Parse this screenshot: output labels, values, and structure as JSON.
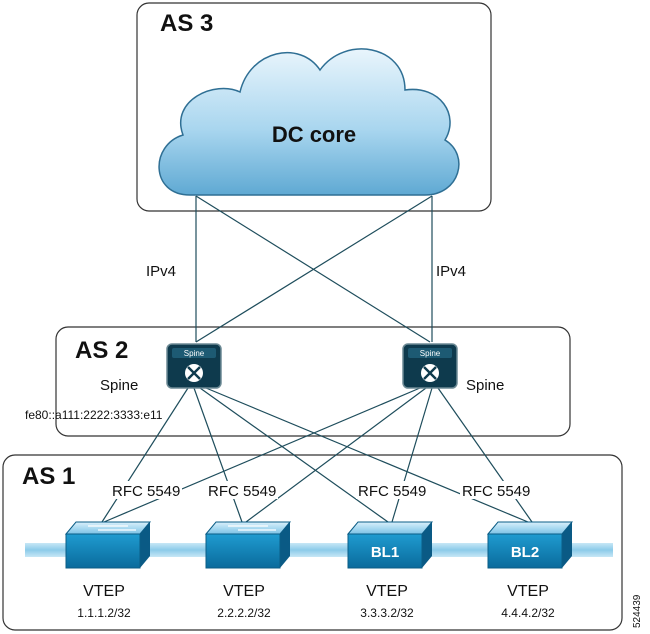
{
  "as3": {
    "label": "AS 3",
    "cloud_label": "DC core"
  },
  "as2": {
    "label": "AS 2",
    "spine_left": {
      "tag": "Spine",
      "label": "Spine",
      "address": "fe80::a111:2222:3333:e11"
    },
    "spine_right": {
      "tag": "Spine",
      "label": "Spine"
    }
  },
  "as1": {
    "label": "AS 1"
  },
  "core_links": {
    "left_label": "IPv4",
    "right_label": "IPv4"
  },
  "leaf_links": {
    "labels": [
      "RFC 5549",
      "RFC 5549",
      "RFC 5549",
      "RFC 5549"
    ]
  },
  "leaves": [
    {
      "badge": "",
      "role": "VTEP",
      "address": "1.1.1.2/32"
    },
    {
      "badge": "",
      "role": "VTEP",
      "address": "2.2.2.2/32"
    },
    {
      "badge": "BL1",
      "role": "VTEP",
      "address": "3.3.3.2/32"
    },
    {
      "badge": "BL2",
      "role": "VTEP",
      "address": "4.4.4.2/32"
    }
  ],
  "figure_id": "524439",
  "colors": {
    "device": "#1a8fc0",
    "device_dark": "#0b5d86",
    "spine": "#0e3a4d",
    "bar": "#9fd1ea",
    "link": "#1e4d5c"
  }
}
